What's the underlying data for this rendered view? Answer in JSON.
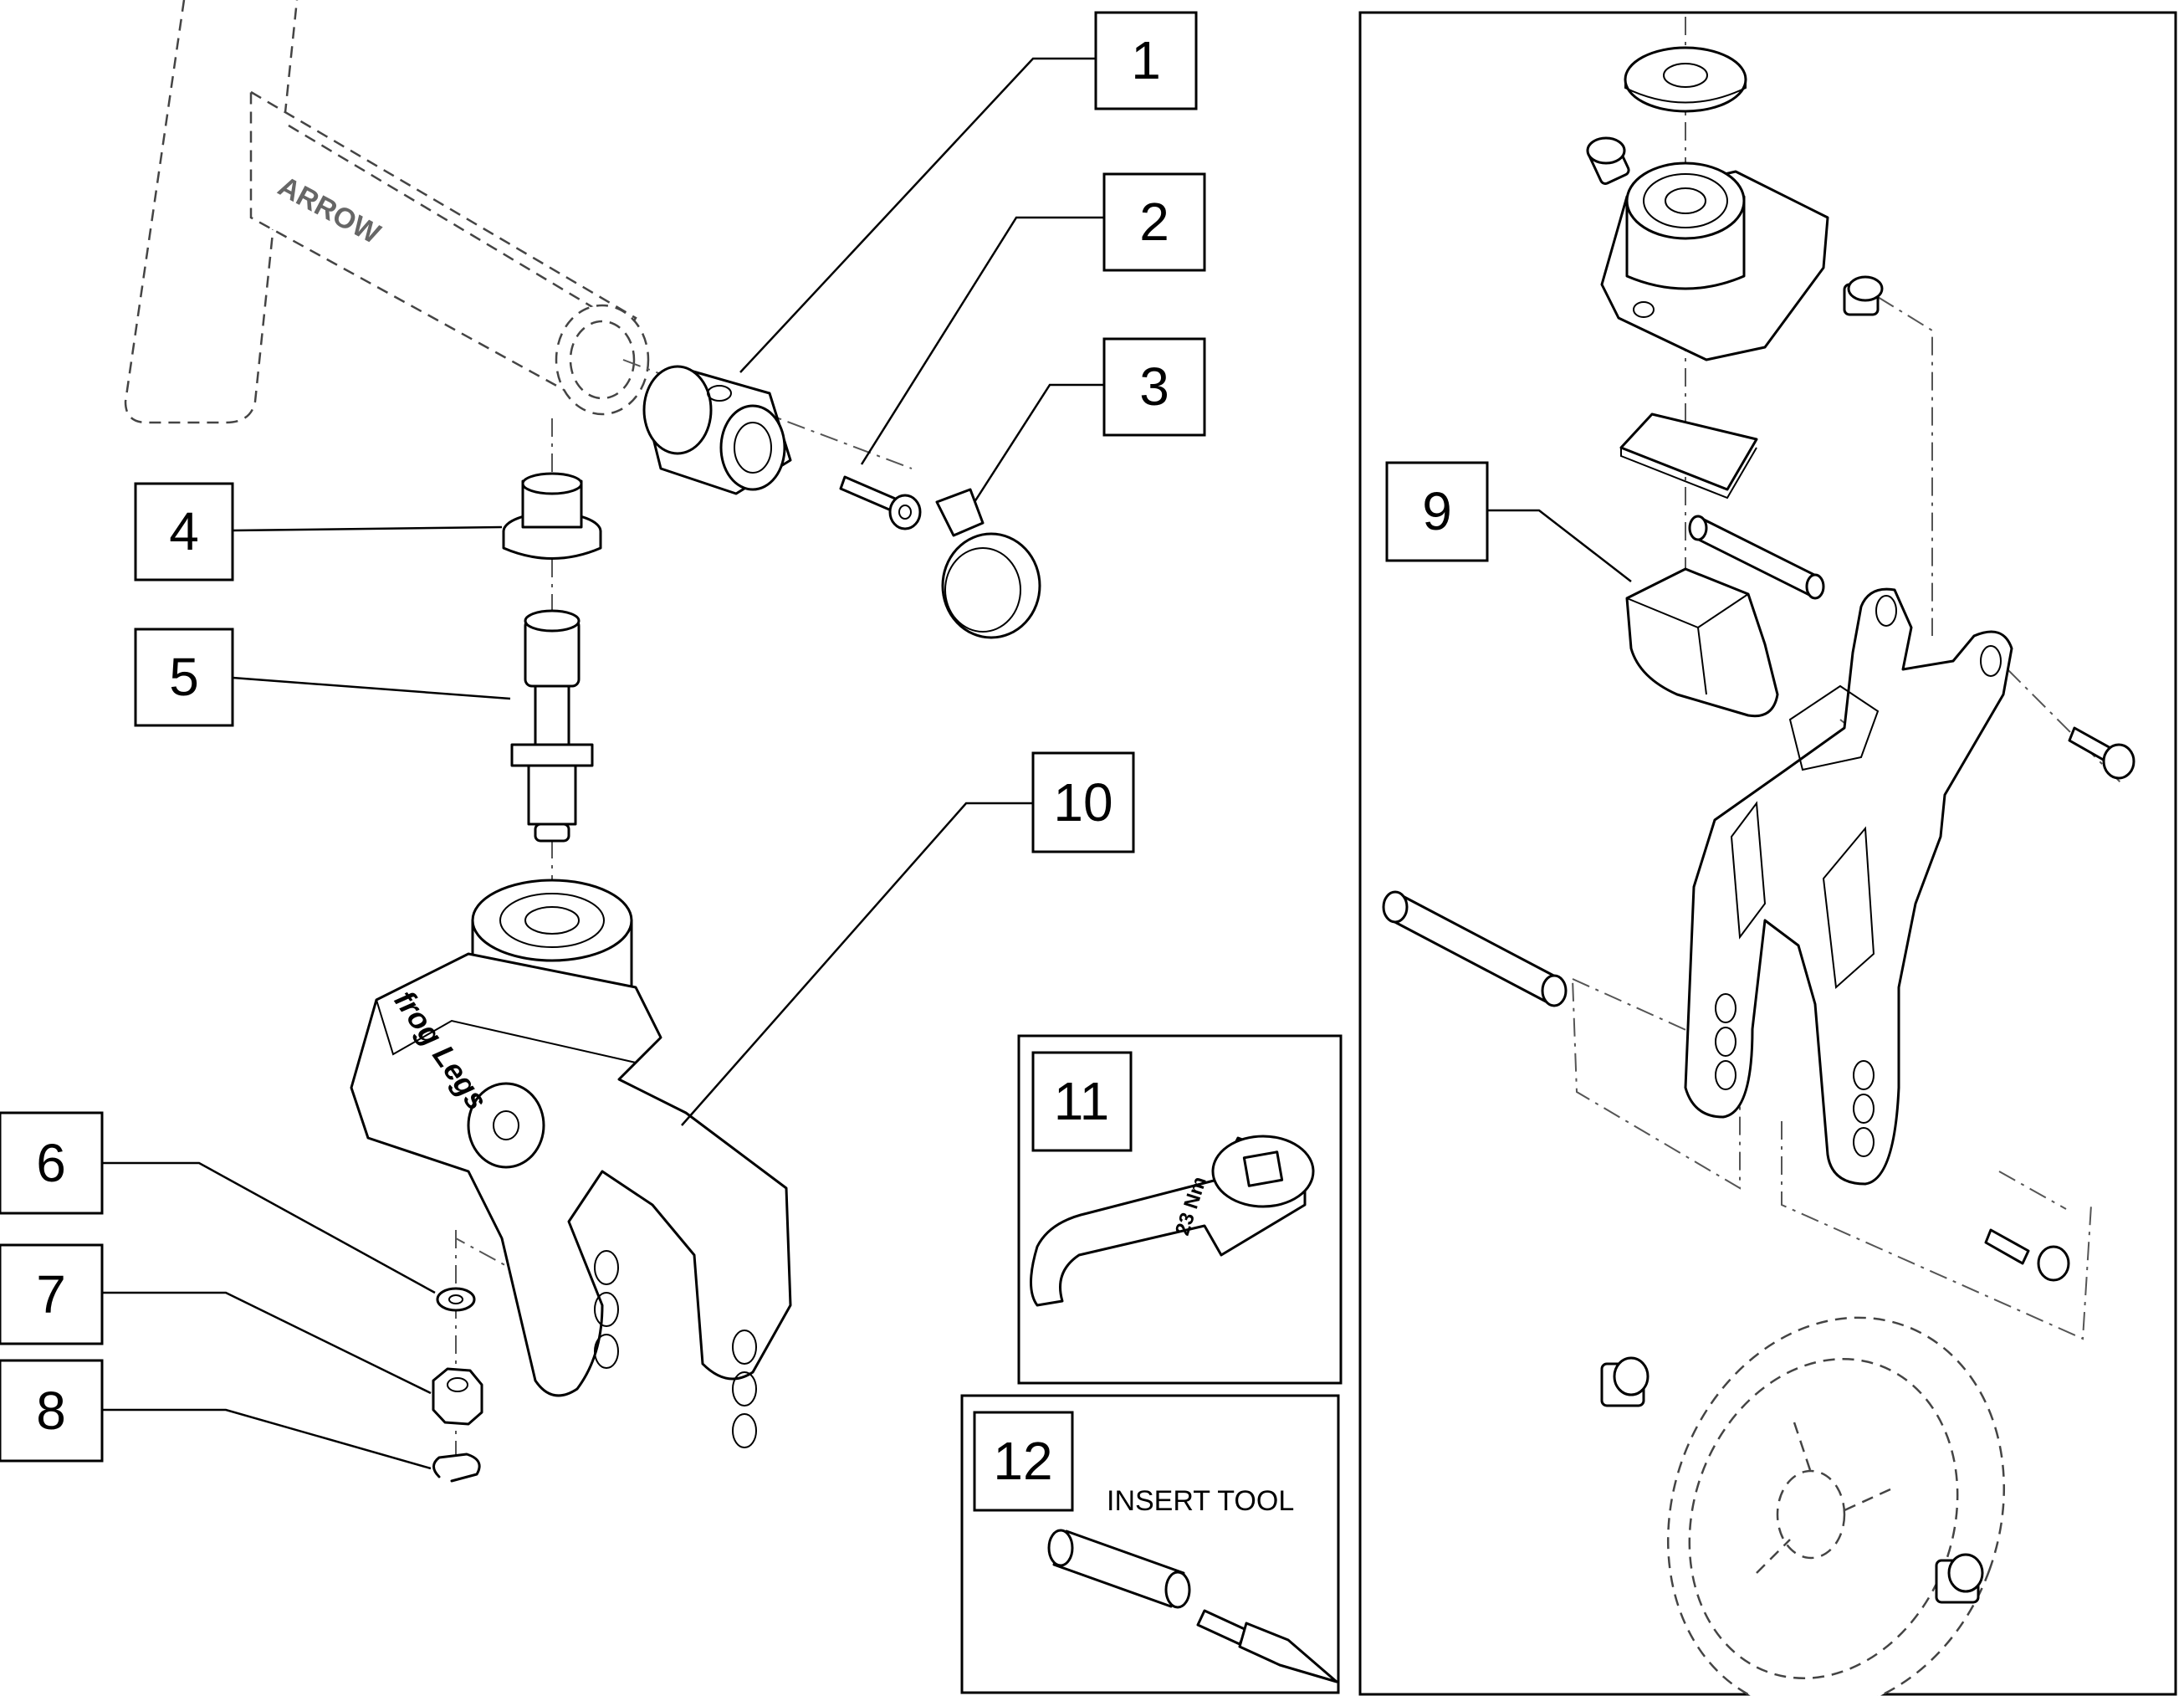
{
  "callouts": [
    {
      "id": 1,
      "label": "1"
    },
    {
      "id": 2,
      "label": "2"
    },
    {
      "id": 3,
      "label": "3"
    },
    {
      "id": 4,
      "label": "4"
    },
    {
      "id": 5,
      "label": "5"
    },
    {
      "id": 6,
      "label": "6"
    },
    {
      "id": 7,
      "label": "7"
    },
    {
      "id": 8,
      "label": "8"
    },
    {
      "id": 9,
      "label": "9"
    },
    {
      "id": 10,
      "label": "10"
    },
    {
      "id": 11,
      "label": "11"
    },
    {
      "id": 12,
      "label": "12"
    }
  ],
  "texts": {
    "insert_tool": "INSERT TOOL",
    "frame_brand": "ARROW",
    "fork_brand": "frog Legs",
    "wrench_marking": "23 Nm"
  }
}
